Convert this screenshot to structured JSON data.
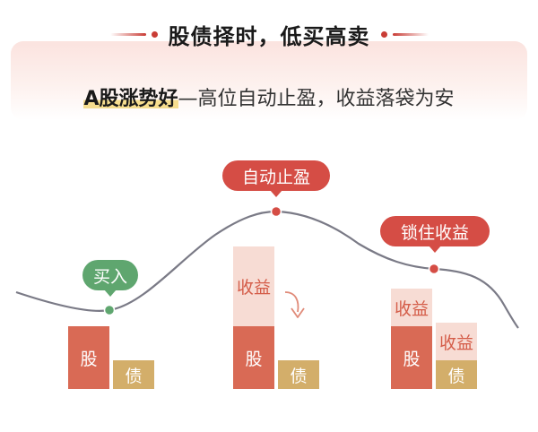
{
  "header": {
    "title": "股债择时，低买高卖",
    "subtitle_highlight": "A股涨势好",
    "subtitle_rest": "—高位自动止盈，收益落袋为安"
  },
  "markers": {
    "buy": "买入",
    "take_profit": "自动止盈",
    "lock_gain": "锁住收益"
  },
  "bars": {
    "group1": {
      "stock": "股",
      "bond": "债"
    },
    "group2": {
      "gain": "收益",
      "stock": "股",
      "bond": "债"
    },
    "group3": {
      "gain_left": "收益",
      "stock": "股",
      "gain_right": "收益",
      "bond": "债"
    }
  },
  "colors": {
    "accent_red": "#d54d45",
    "buy_green": "#5fa66f",
    "stock_bar": "#d96a55",
    "bond_bar": "#d3ae6a",
    "gain_bar": "#f7dcd4",
    "curve": "#7a7a86"
  },
  "icons": {
    "arrow": "curved-down-arrow-icon"
  }
}
